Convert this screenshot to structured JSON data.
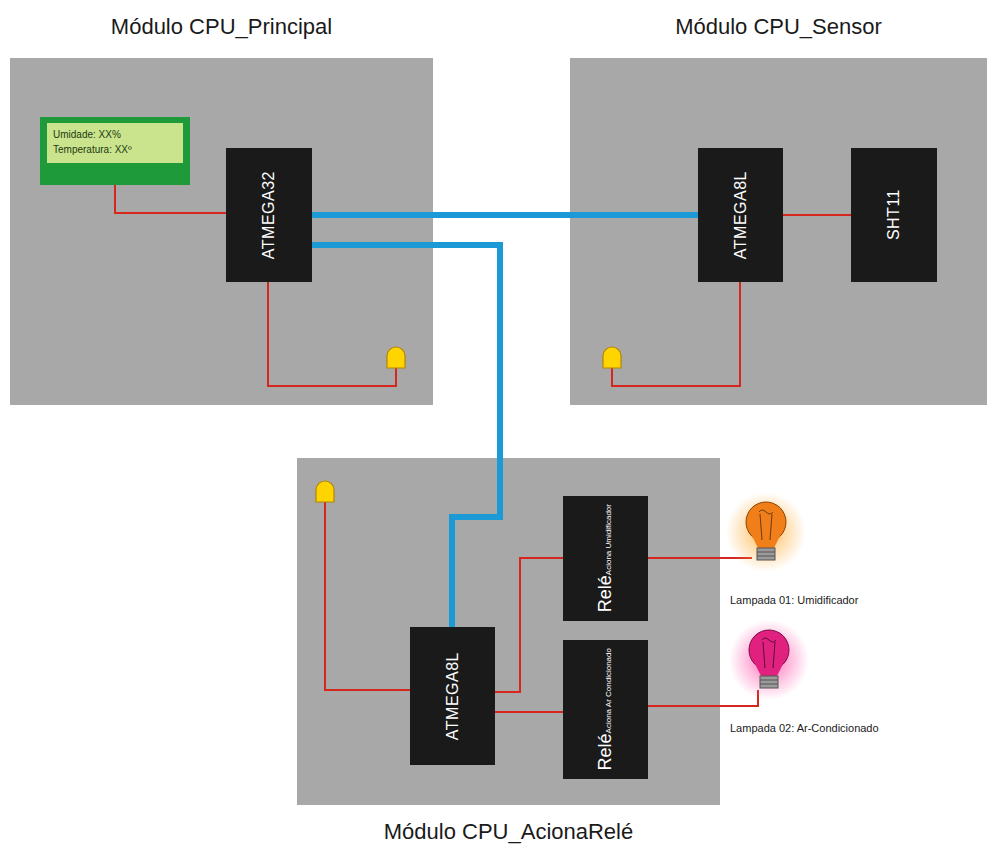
{
  "diagram": {
    "nodes": [
      {
        "text": [
          "Módulo CPU_Principal"
        ]
      },
      {
        "text": [
          "Umidade: XX%",
          "Temperatura: XXº"
        ],
        "in": 0
      },
      {
        "text": [
          "ATMEGA32"
        ],
        "in": 0
      },
      {
        "text": [
          "Módulo CPU_Sensor"
        ]
      },
      {
        "text": [
          "ATMEGA8L"
        ],
        "in": 3
      },
      {
        "text": [
          "SHT11"
        ],
        "in": 3
      },
      {
        "text": [
          "Módulo CPU_AcionaRelé"
        ]
      },
      {
        "text": [
          "ATMEGA8L"
        ],
        "in": 6
      },
      {
        "text": [
          "Relé",
          "Aciona Umidificador"
        ],
        "in": 6
      },
      {
        "text": [
          "Relé",
          "Aciona Ar Condicionado"
        ],
        "in": 6
      }
    ],
    "edges": [
      {
        "from": 2,
        "to": 4,
        "arrow": "none"
      },
      {
        "from": 2,
        "to": 7,
        "arrow": "none"
      },
      {
        "from": 1,
        "to": 2,
        "arrow": "none"
      },
      {
        "from": 4,
        "to": 5,
        "arrow": "none"
      },
      {
        "from": 7,
        "to": 8,
        "arrow": "none"
      },
      {
        "from": 7,
        "to": 9,
        "arrow": "none"
      }
    ],
    "labels": [
      "Lampada 01: Umidificador",
      "Lampada 02: Ar-Condicionado"
    ]
  }
}
